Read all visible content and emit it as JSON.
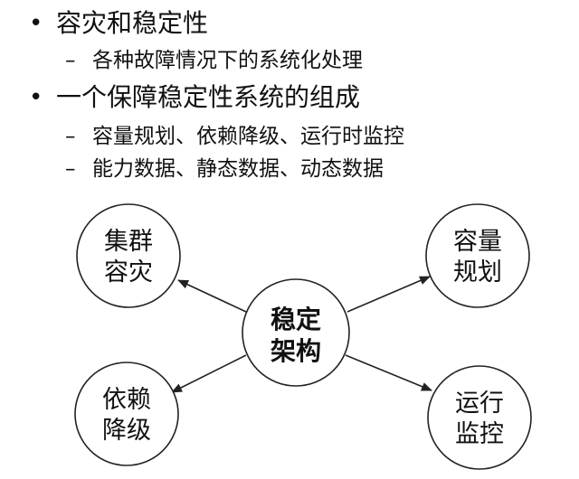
{
  "bullets": {
    "l1a": {
      "marker": "•",
      "text": "容灾和稳定性"
    },
    "l2a": {
      "marker": "–",
      "text": "各种故障情况下的系统化处理"
    },
    "l1b": {
      "marker": "•",
      "text": "一个保障稳定性系统的组成"
    },
    "l2b": {
      "marker": "–",
      "text": "容量规划、依赖降级、运行时监控"
    },
    "l2c": {
      "marker": "–",
      "text": "能力数据、静态数据、动态数据"
    }
  },
  "diagram": {
    "center": {
      "line1": "稳定",
      "line2": "架构"
    },
    "nodes": {
      "top_left": {
        "line1": "集群",
        "line2": "容灾"
      },
      "top_right": {
        "line1": "容量",
        "line2": "规划"
      },
      "bottom_left": {
        "line1": "依赖",
        "line2": "降级"
      },
      "bottom_right": {
        "line1": "运行",
        "line2": "监控"
      }
    },
    "colors": {
      "stroke": "#222222",
      "fill": "#ffffff",
      "text": "#111111"
    }
  }
}
